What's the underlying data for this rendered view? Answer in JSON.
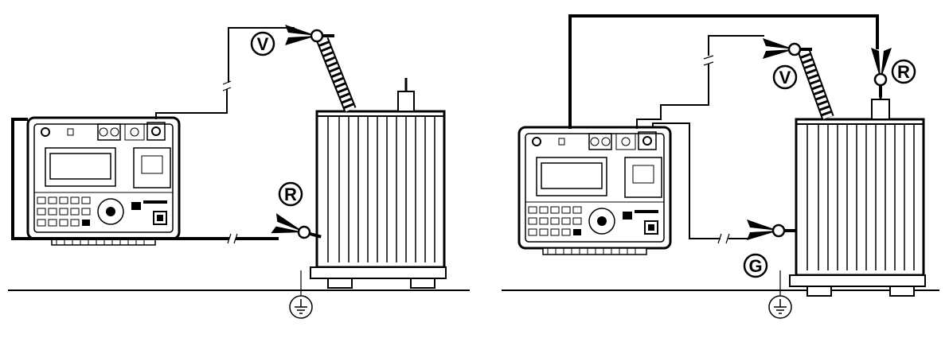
{
  "diagram": {
    "left_panel": {
      "labels": {
        "voltage": "V",
        "return": "R"
      }
    },
    "right_panel": {
      "labels": {
        "voltage": "V",
        "return": "R",
        "guard": "G"
      }
    },
    "colors": {
      "line": "#000000",
      "background": "#ffffff"
    }
  }
}
